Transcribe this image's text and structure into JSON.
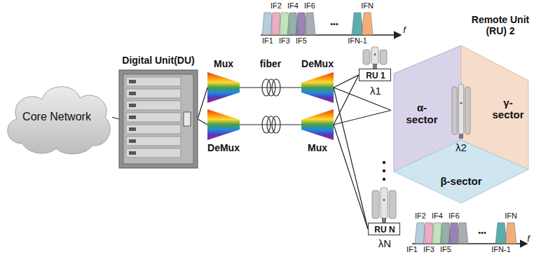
{
  "diagram": {
    "nodes": [
      {
        "text": [
          "Core Network"
        ]
      },
      {
        "text": [
          "Digital Unit(DU)"
        ]
      },
      {
        "text": [
          "Mux"
        ]
      },
      {
        "text": [
          "DeMux"
        ]
      },
      {
        "text": [
          "DeMux"
        ]
      },
      {
        "text": [
          "Mux"
        ]
      },
      {
        "text": [
          "RU 1",
          "λ1"
        ]
      },
      {
        "text": [
          "Remote Unit (RU) 2",
          "λ2"
        ]
      },
      {
        "text": [
          "α- sector"
        ],
        "in": 7
      },
      {
        "text": [
          "γ- sector"
        ],
        "in": 7
      },
      {
        "text": [
          "β-sector"
        ],
        "in": 7
      },
      {
        "text": [
          "RU N",
          "λN"
        ]
      }
    ],
    "edges": [
      {
        "from": 0,
        "to": 1,
        "arrow": "none"
      },
      {
        "from": 1,
        "to": 2,
        "arrow": "none"
      },
      {
        "from": 1,
        "to": 3,
        "arrow": "none"
      },
      {
        "from": 2,
        "to": 4,
        "label": "fiber",
        "arrow": "none"
      },
      {
        "from": 3,
        "to": 5,
        "arrow": "none"
      },
      {
        "from": 4,
        "to": 6,
        "arrow": "none"
      },
      {
        "from": 4,
        "to": 7,
        "arrow": "none"
      },
      {
        "from": 4,
        "to": 11,
        "arrow": "none"
      },
      {
        "from": 5,
        "to": 6,
        "arrow": "none"
      },
      {
        "from": 5,
        "to": 7,
        "arrow": "none"
      },
      {
        "from": 5,
        "to": 11,
        "arrow": "none"
      }
    ],
    "labels": [
      "IF2",
      "IF4",
      "IF6",
      "IFN",
      "IF1",
      "IF3",
      "IF5",
      "IFN-1",
      "•••",
      "f",
      "IF2",
      "IF4",
      "IF6",
      "IFN",
      "IF1",
      "IF3",
      "IF5",
      "IFN-1",
      "•••",
      "f"
    ]
  }
}
